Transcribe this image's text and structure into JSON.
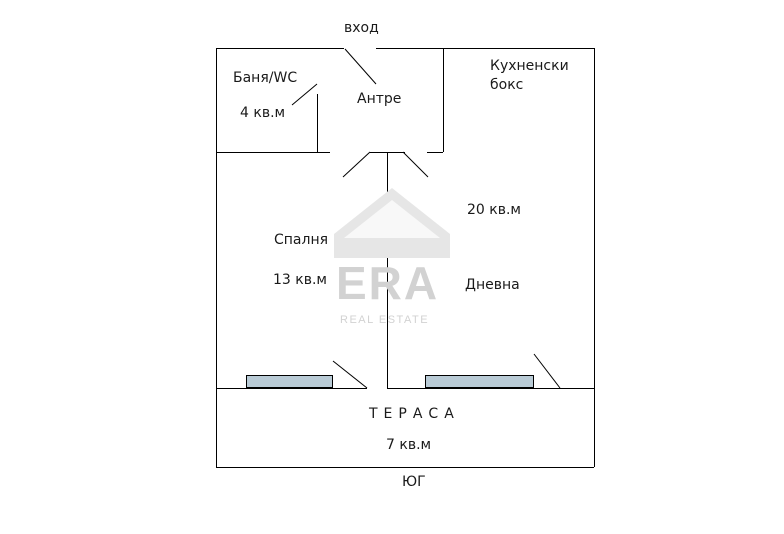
{
  "plan": {
    "entrance_label": "вход",
    "south_label": "ЮГ",
    "rooms": {
      "bathroom": {
        "name": "Баня/WC",
        "area": "4 кв.м"
      },
      "hall": {
        "name": "Антре"
      },
      "kitchen": {
        "name": "Кухненски",
        "name_line2": "бокс"
      },
      "living": {
        "area": "20 кв.м",
        "name": "Дневна"
      },
      "bedroom": {
        "name": "Спалня",
        "area": "13 кв.м"
      },
      "terrace": {
        "name": "ТЕРАСА",
        "area": "7 кв.м"
      }
    }
  },
  "watermark": {
    "brand": "ERA",
    "tagline": "REAL ESTATE"
  },
  "colors": {
    "wall": "#000000",
    "window_fill": "#b9cbd6",
    "watermark": "#d2d2d2"
  }
}
